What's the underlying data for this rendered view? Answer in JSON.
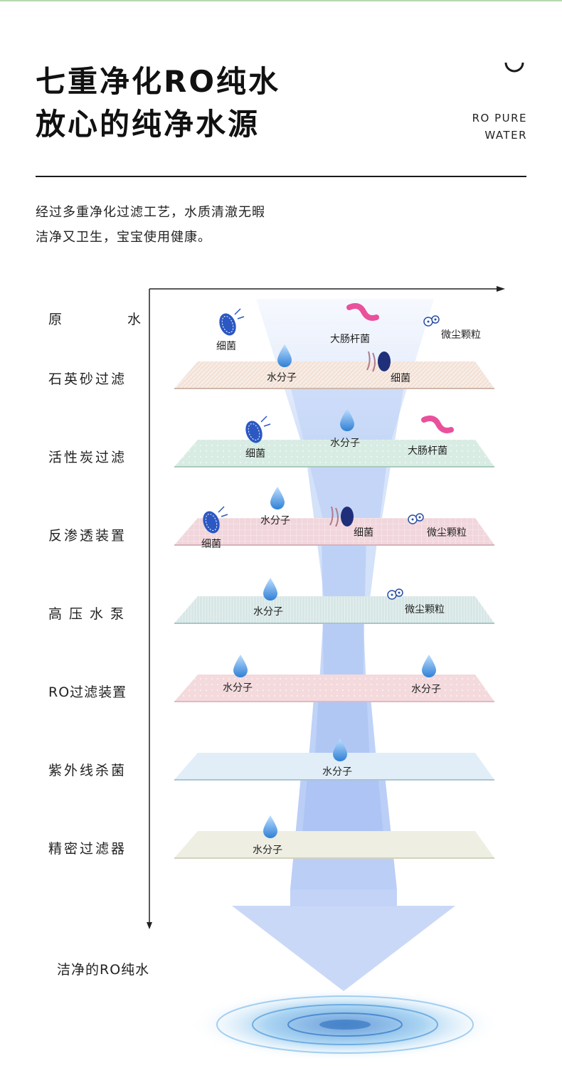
{
  "header": {
    "title_line1": "七重净化RO纯水",
    "title_line2": "放心的纯净水源",
    "side_text_line1": "RO PURE",
    "side_text_line2": "WATER"
  },
  "intro": {
    "line1": "经过多重净化过滤工艺，水质清澈无暇",
    "line2": "洁净又卫生，宝宝使用健康。"
  },
  "stages": [
    {
      "label": "原水",
      "spread": true
    },
    {
      "label": "石英砂过滤"
    },
    {
      "label": "活性炭过滤"
    },
    {
      "label": "反渗透装置"
    },
    {
      "label": "高压水泵"
    },
    {
      "label": "RO过滤装置"
    },
    {
      "label": "紫外线杀菌"
    },
    {
      "label": "精密过滤器"
    }
  ],
  "labels": {
    "bacteria": "细菌",
    "ecoli": "大肠杆菌",
    "dust": "微尘颗粒",
    "water": "水分子"
  },
  "final_label": "洁净的RO纯水",
  "colors": {
    "beam": "#9db8f2",
    "layer_sand": "#f3e2d7",
    "layer_carbon": "#d8ece4",
    "layer_ro": "#f1d6dc",
    "layer_pump": "#d7e7e6",
    "layer_ro2": "#f4dadd",
    "layer_uv": "#e1eef7",
    "layer_fine": "#eeeee2",
    "water_drop": "#4a8fdc",
    "bacteria_blue": "#2b58c2",
    "ecoli_pink": "#e9519c"
  }
}
